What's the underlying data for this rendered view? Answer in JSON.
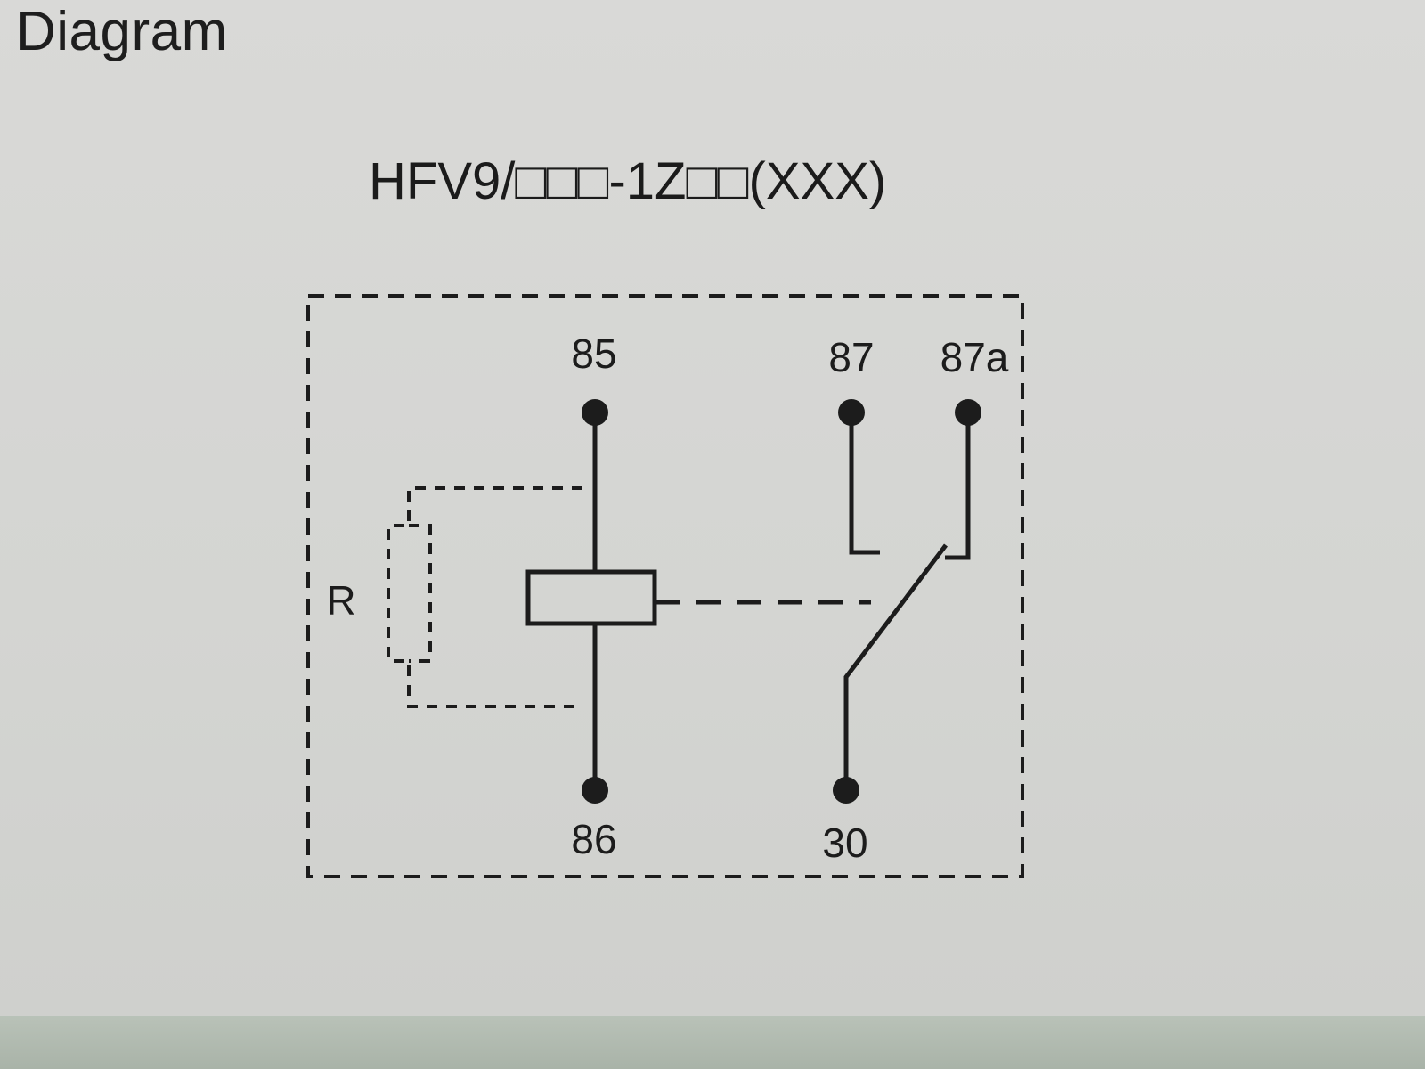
{
  "page": {
    "heading": "Diagram",
    "part_number": "HFV9/□□□-1Z□□(XXX)"
  },
  "diagram": {
    "resistor_label": "R",
    "pins": {
      "coil_top": "85",
      "coil_bottom": "86",
      "normally_open": "87",
      "normally_closed": "87a",
      "common": "30"
    }
  },
  "colors": {
    "background": "#d6d6d4",
    "ink": "#1c1c1c"
  }
}
